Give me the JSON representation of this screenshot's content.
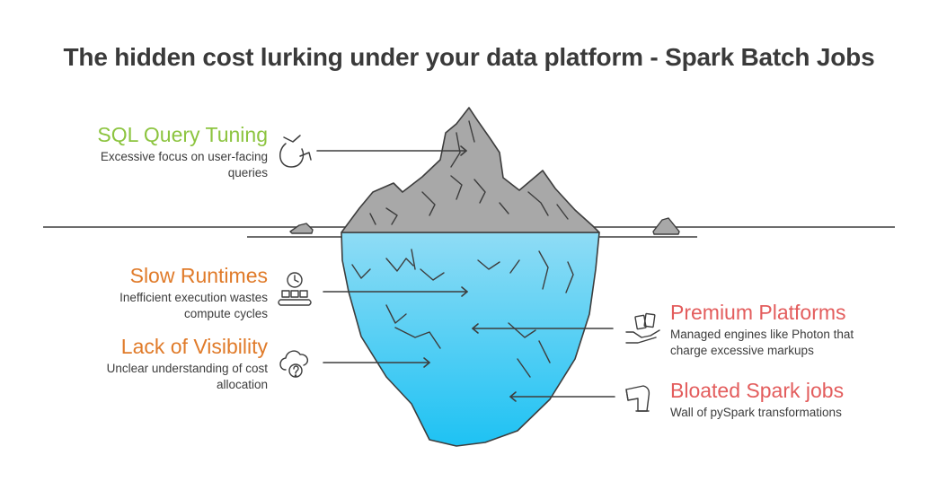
{
  "title": "The hidden cost lurking under your data platform - Spark Batch Jobs",
  "colors": {
    "green": "#8cc43f",
    "orange": "#e07b2a",
    "red": "#e35d5d",
    "rock": "#a8a8a8",
    "water_top": "#8fdcf5",
    "water_bottom": "#1ec2f3",
    "outline": "#3d3d3d"
  },
  "items": [
    {
      "key": "sql",
      "heading": "SQL Query Tuning",
      "description": "Excessive focus on user-facing queries",
      "color": "green",
      "icon": "money-bag-icon"
    },
    {
      "key": "slow",
      "heading": "Slow Runtimes",
      "description": "Inefficient execution wastes compute cycles",
      "color": "orange",
      "icon": "clock-conveyor-icon"
    },
    {
      "key": "visibility",
      "heading": "Lack of Visibility",
      "description": "Unclear understanding of cost allocation",
      "color": "orange",
      "icon": "question-cloud-icon"
    },
    {
      "key": "premium",
      "heading": "Premium Platforms",
      "description": "Managed engines like Photon that charge excessive markups",
      "color": "red",
      "icon": "hand-cards-icon"
    },
    {
      "key": "bloated",
      "heading": "Bloated Spark jobs",
      "description": "Wall of pySpark transformations",
      "color": "red",
      "icon": "pipe-icon"
    }
  ]
}
